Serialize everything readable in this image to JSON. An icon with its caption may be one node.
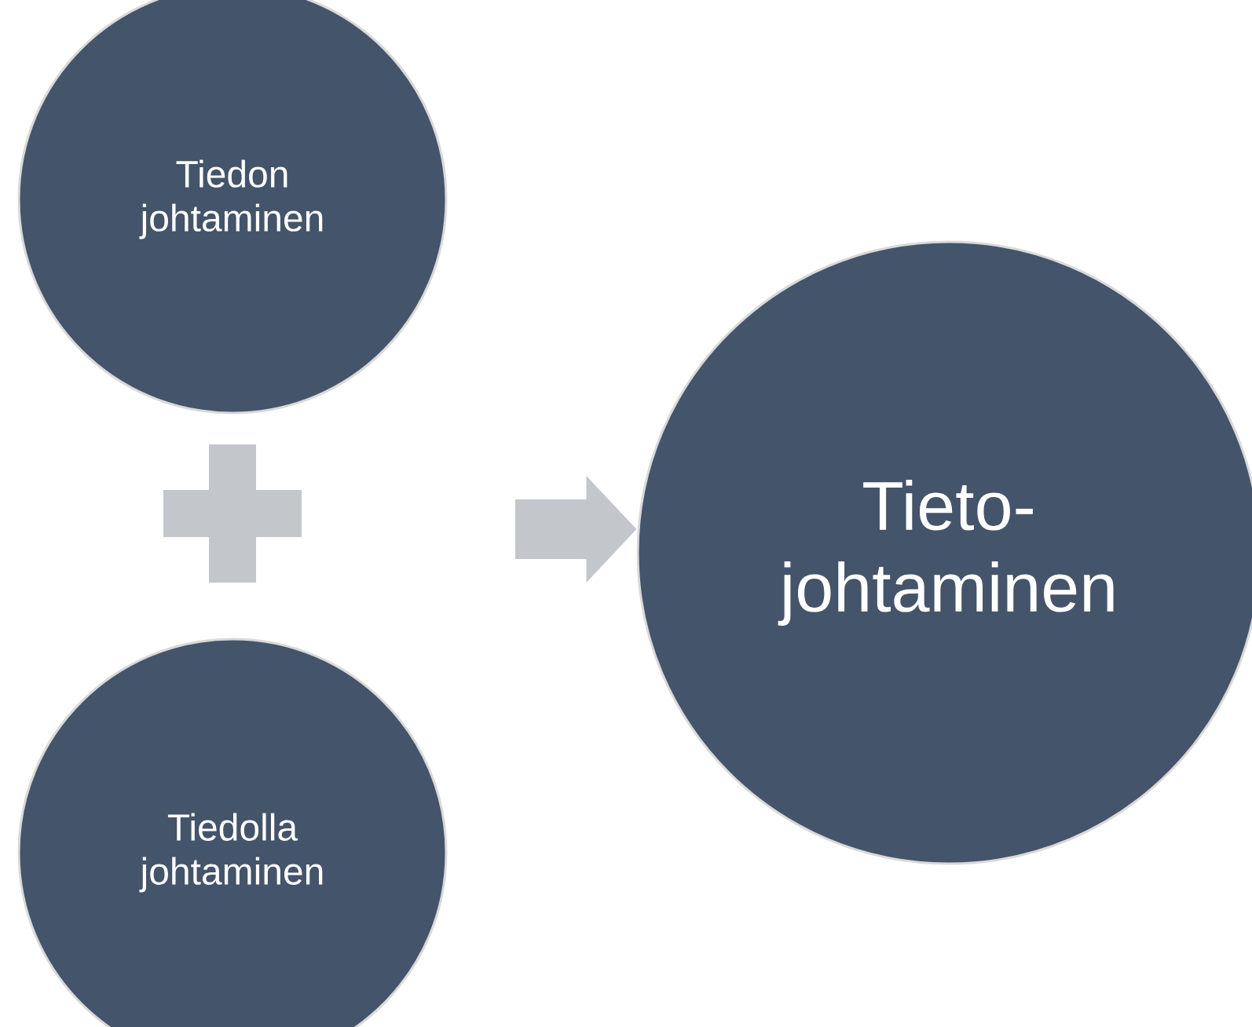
{
  "diagram": {
    "nodes": [
      {
        "text": [
          "Tiedon johtaminen"
        ]
      },
      {
        "text": [
          "Tiedolla johtaminen"
        ]
      },
      {
        "text": [
          "Tieto- johtaminen"
        ]
      }
    ],
    "edges": [
      {
        "from": null,
        "to": 2,
        "arrow": "to"
      }
    ]
  }
}
